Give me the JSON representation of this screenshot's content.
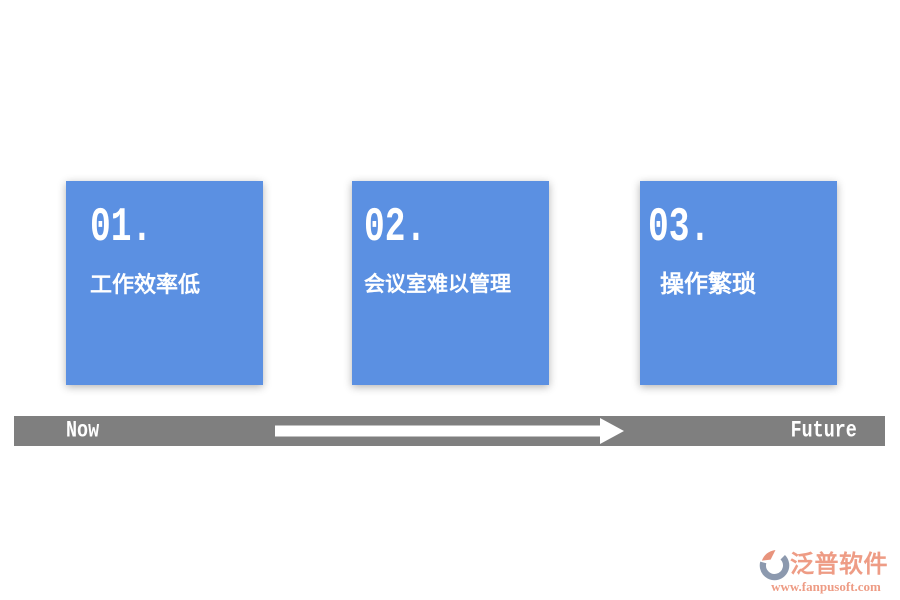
{
  "slide": {
    "cards": [
      {
        "number": "01.",
        "label": "工作效率低"
      },
      {
        "number": "02.",
        "label": "会议室难以管理"
      },
      {
        "number": "03.",
        "label": "操作繁琐"
      }
    ],
    "timeline": {
      "start_label": "Now",
      "end_label": "Future"
    },
    "logo": {
      "brand": "泛普软件",
      "url": "www.fanpusoft.com"
    },
    "icons": {
      "arrow": "arrow-right-icon",
      "logo": "fanpu-logo-icon"
    },
    "colors": {
      "card_blue": "#5B90E2",
      "bar_gray": "#7F7F7F",
      "logo_salmon": "#EE9C85",
      "logo_grayblue": "#8C99AE",
      "text_white": "#FFFFFF"
    }
  }
}
